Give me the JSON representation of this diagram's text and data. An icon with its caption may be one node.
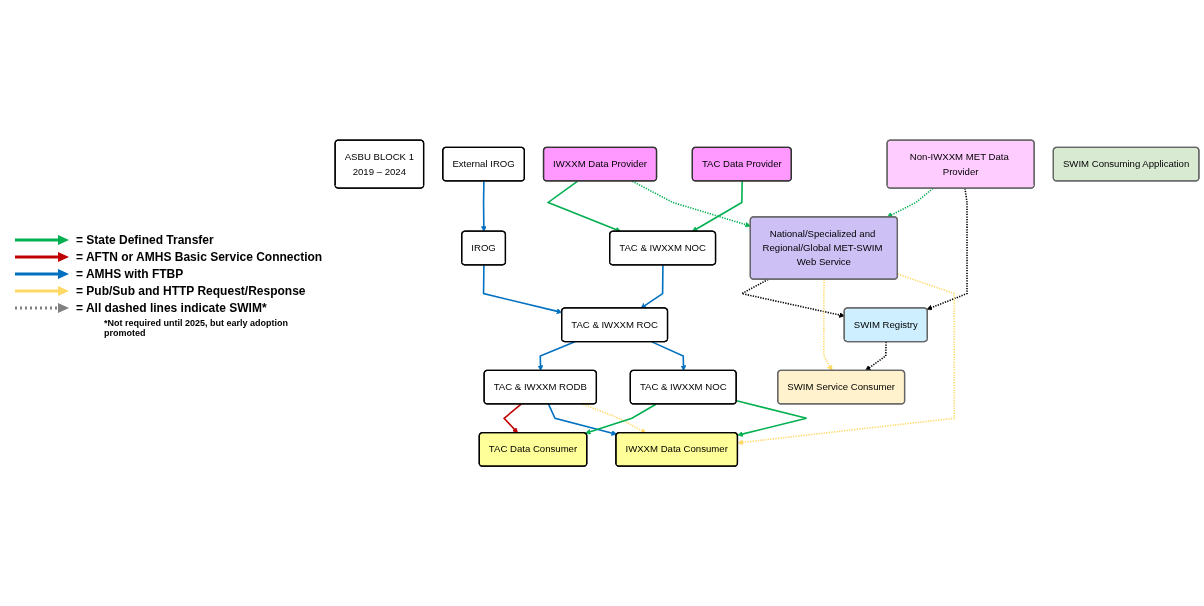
{
  "diagram": {
    "nodes": [
      {
        "text": [
          "ASBU BLOCK 1",
          "2019 – 2024"
        ]
      },
      {
        "text": [
          "TAC Data Provider"
        ]
      },
      {
        "text": [
          "IWXXM Data Provider"
        ]
      },
      {
        "text": [
          "Non-IWXXM MET Data Provider"
        ]
      },
      {
        "text": [
          "External IROG"
        ]
      },
      {
        "text": [
          "IROG"
        ]
      },
      {
        "text": [
          "TAC & IWXXM NOC"
        ]
      },
      {
        "text": [
          "National/Specialized and Regional/Global MET-SWIM Web Service"
        ]
      },
      {
        "text": [
          "SWIM Registry"
        ]
      },
      {
        "text": [
          "TAC & IWXXM ROC"
        ]
      },
      {
        "text": [
          "TAC & IWXXM RODB"
        ]
      },
      {
        "text": [
          "TAC & IWXXM NOC"
        ]
      },
      {
        "text": [
          "SWIM Service Consumer"
        ]
      },
      {
        "text": [
          "SWIM Consuming Application"
        ]
      },
      {
        "text": [
          "TAC Data Consumer"
        ]
      },
      {
        "text": [
          "IWXXM Data Consumer"
        ]
      }
    ],
    "edges": [
      {
        "from": 1,
        "to": 6,
        "arrow": "to",
        "color": "#00b050"
      },
      {
        "from": 2,
        "to": 6,
        "arrow": "to",
        "color": "#00b050"
      },
      {
        "from": 2,
        "to": 7,
        "arrow": "to",
        "style": "dashed",
        "color": "#00b050"
      },
      {
        "from": 3,
        "to": 7,
        "arrow": "to",
        "style": "dashed",
        "color": "#00b050"
      },
      {
        "from": 3,
        "to": 8,
        "arrow": "to",
        "style": "dashed",
        "color": "#000000"
      },
      {
        "from": 4,
        "to": 5,
        "arrow": "to",
        "color": "#0070c0"
      },
      {
        "from": 5,
        "to": 9,
        "arrow": "to",
        "color": "#0070c0"
      },
      {
        "from": 6,
        "to": 9,
        "arrow": "to",
        "color": "#0070c0"
      },
      {
        "from": 7,
        "to": 8,
        "arrow": "to",
        "style": "dashed",
        "color": "#000000"
      },
      {
        "from": 7,
        "to": 12,
        "arrow": "to",
        "style": "dashed",
        "color": "#ffd966"
      },
      {
        "from": 7,
        "to": 15,
        "arrow": "to",
        "style": "dashed",
        "color": "#ffd966"
      },
      {
        "from": 8,
        "to": 12,
        "arrow": "to",
        "style": "dashed",
        "color": "#000000"
      },
      {
        "from": 9,
        "to": 10,
        "arrow": "to",
        "color": "#0070c0"
      },
      {
        "from": 9,
        "to": 11,
        "arrow": "to",
        "color": "#0070c0"
      },
      {
        "from": 10,
        "to": 14,
        "arrow": "to",
        "color": "#c00000"
      },
      {
        "from": 10,
        "to": 15,
        "arrow": "to",
        "color": "#0070c0"
      },
      {
        "from": 10,
        "to": 15,
        "arrow": "to",
        "style": "dashed",
        "color": "#ffd966"
      },
      {
        "from": 11,
        "to": 14,
        "arrow": "to",
        "color": "#00b050"
      },
      {
        "from": 11,
        "to": 15,
        "arrow": "to",
        "color": "#00b050"
      }
    ],
    "labels": [
      "*Not required until 2025, but early adoption promoted"
    ],
    "legend": [
      {
        "text": "= State Defined Transfer",
        "color": "#00b050"
      },
      {
        "text": "= AFTN or AMHS Basic Service Connection",
        "color": "#c00000"
      },
      {
        "text": "= AMHS with FTBP",
        "color": "#0070c0"
      },
      {
        "text": "= Pub/Sub and HTTP Request/Response",
        "color": "#ffd966"
      },
      {
        "text": "= All dashed lines indicate SWIM*",
        "color": "#808080"
      }
    ]
  }
}
